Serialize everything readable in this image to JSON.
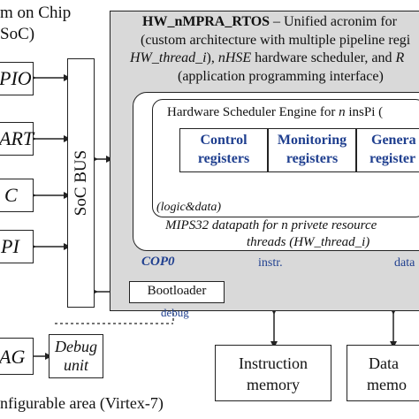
{
  "soc": {
    "title_line1": "m on Chip",
    "title_line2": "SoC)",
    "reconfig_label": "nfigurable area (Virtex-7)"
  },
  "peripherals": [
    {
      "label": "PIO"
    },
    {
      "label": "ART"
    },
    {
      "label": "C"
    },
    {
      "label": "PI"
    },
    {
      "label": "AG"
    }
  ],
  "bus": {
    "label": "SoC BUS"
  },
  "debug_unit": {
    "line1": "Debug",
    "line2": "unit"
  },
  "rtos": {
    "line1_bold": "HW_nMPRA_RTOS",
    "line1_rest": " – Unified acronim for",
    "line2": "(custom architecture with multiple pipeline regi",
    "line3_a": "HW_thread_i",
    "line3_b": "), ",
    "line3_c": "nHSE",
    "line3_d": " hardware scheduler, and ",
    "line3_e": "R",
    "line4": "(application programming interface)"
  },
  "hse": {
    "title": "Hardware Scheduler Engine for ",
    "title_n": "n",
    "title_rest": " insPi (",
    "registers": [
      {
        "line1": "Control",
        "line2": "registers"
      },
      {
        "line1": "Monitoring",
        "line2": "registers"
      },
      {
        "line1": "Genera",
        "line2": "register"
      }
    ],
    "logic_label": "(logic&data)"
  },
  "datapath": {
    "line1_a": "MIPS32 datapath for ",
    "line1_b": "n",
    "line1_c": " privete resource",
    "line2": "threads (HW_thread_i)"
  },
  "cop0": {
    "label": "COP0"
  },
  "signals": {
    "instr": "instr.",
    "data": "data",
    "debug": "debug"
  },
  "bootloader": {
    "label": "Bootloader"
  },
  "instruction_memory": {
    "line1": "Instruction",
    "line2": "memory"
  },
  "data_memory": {
    "line1": "Data",
    "line2": "memo"
  }
}
